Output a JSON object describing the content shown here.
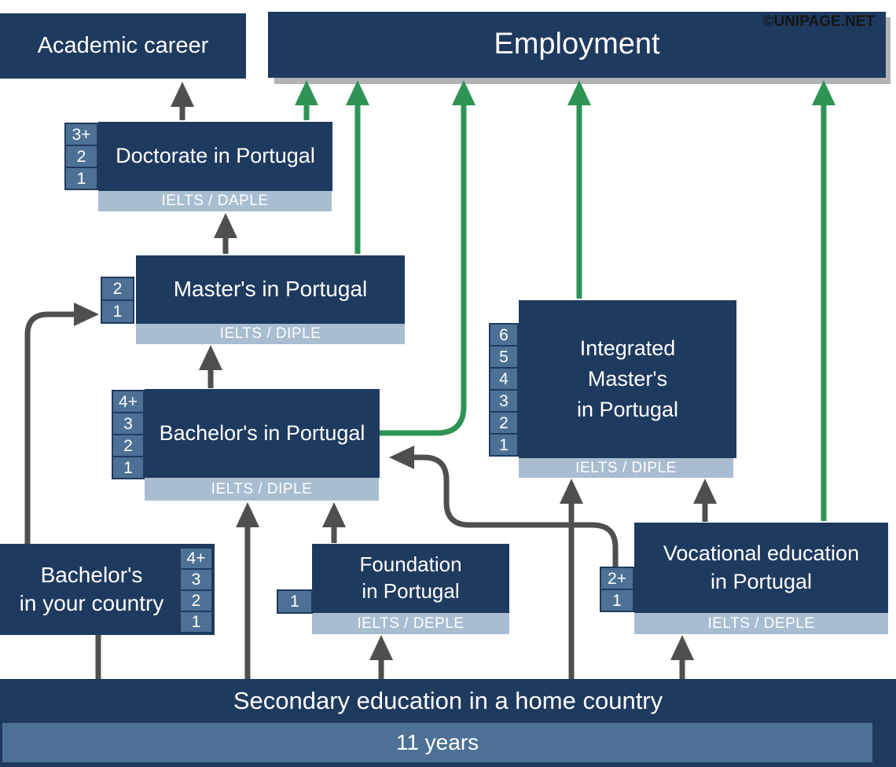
{
  "watermark": "©UNIPAGE.NET",
  "colors": {
    "navy": "#1e3a5f",
    "steel_blue": "#4d7195",
    "exam_band": "#a9bdd1",
    "green": "#2d9455",
    "arrow_gray": "#4f4f4f",
    "shadow_gray": "#b3b3b3",
    "text_white": "#ffffff"
  },
  "nodes": {
    "academic_career": {
      "label": "Academic career"
    },
    "employment": {
      "label": "Employment"
    },
    "doctorate": {
      "label": "Doctorate in Portugal",
      "years": [
        "3+",
        "2",
        "1"
      ],
      "exam": "IELTS / DAPLE"
    },
    "masters": {
      "label": "Master's in Portugal",
      "years": [
        "2",
        "1"
      ],
      "exam": "IELTS / DIPLE"
    },
    "bachelor_portugal": {
      "label": "Bachelor's in Portugal",
      "years": [
        "4+",
        "3",
        "2",
        "1"
      ],
      "exam": "IELTS / DIPLE"
    },
    "integrated_masters": {
      "lines": [
        "Integrated",
        "Master's",
        "in Portugal"
      ],
      "years": [
        "6",
        "5",
        "4",
        "3",
        "2",
        "1"
      ],
      "exam": "IELTS / DIPLE"
    },
    "bachelor_home": {
      "lines": [
        "Bachelor's",
        "in your country"
      ],
      "years": [
        "4+",
        "3",
        "2",
        "1"
      ]
    },
    "foundation": {
      "lines": [
        "Foundation",
        "in Portugal"
      ],
      "years": [
        "1"
      ],
      "exam": "IELTS / DEPLE"
    },
    "vocational": {
      "lines": [
        "Vocational education",
        "in Portugal"
      ],
      "years": [
        "2+",
        "1"
      ],
      "exam": "IELTS / DEPLE"
    },
    "secondary": {
      "label": "Secondary education in a home country",
      "duration": "11 years"
    }
  },
  "edges": [
    {
      "from": "doctorate",
      "to": "academic_career",
      "color": "gray"
    },
    {
      "from": "doctorate",
      "to": "employment",
      "color": "green"
    },
    {
      "from": "masters",
      "to": "doctorate",
      "color": "gray"
    },
    {
      "from": "masters",
      "to": "employment",
      "color": "green"
    },
    {
      "from": "bachelor_portugal",
      "to": "masters",
      "color": "gray"
    },
    {
      "from": "bachelor_portugal",
      "to": "employment",
      "color": "green"
    },
    {
      "from": "integrated_masters",
      "to": "employment",
      "color": "green"
    },
    {
      "from": "vocational",
      "to": "employment",
      "color": "green"
    },
    {
      "from": "vocational",
      "to": "integrated_masters",
      "color": "gray"
    },
    {
      "from": "vocational",
      "to": "bachelor_portugal",
      "color": "gray"
    },
    {
      "from": "foundation",
      "to": "bachelor_portugal",
      "color": "gray"
    },
    {
      "from": "bachelor_home",
      "to": "masters",
      "color": "gray"
    },
    {
      "from": "secondary",
      "to": "bachelor_home",
      "color": "gray"
    },
    {
      "from": "secondary",
      "to": "bachelor_portugal",
      "color": "gray"
    },
    {
      "from": "secondary",
      "to": "foundation",
      "color": "gray"
    },
    {
      "from": "secondary",
      "to": "integrated_masters",
      "color": "gray"
    },
    {
      "from": "secondary",
      "to": "vocational",
      "color": "gray"
    }
  ]
}
